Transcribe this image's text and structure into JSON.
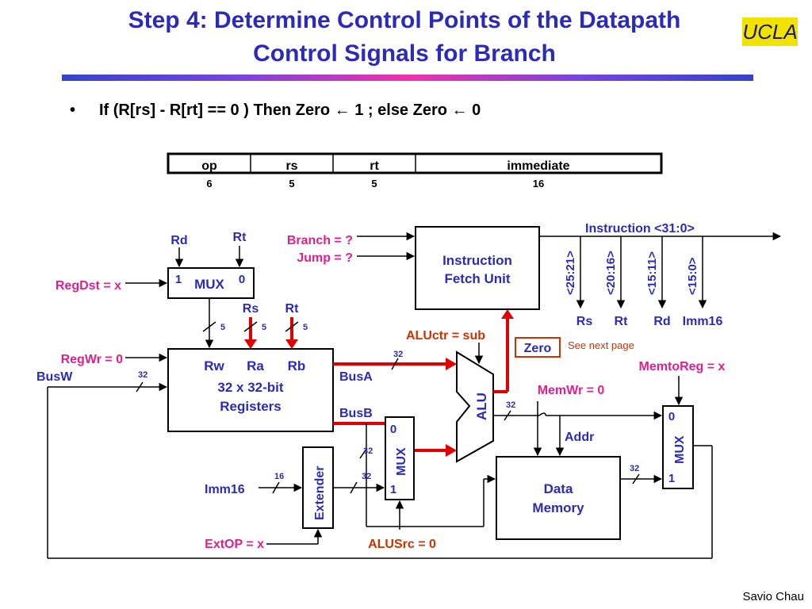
{
  "slide": {
    "title_line1": "Step 4: Determine Control Points of the Datapath",
    "title_line2": "Control Signals for Branch",
    "logo_text": "UCLA",
    "bullet_char": "•",
    "bullet_text": "If (R[rs] - R[rt] == 0 ) Then Zero ← 1 ; else Zero ← 0",
    "footer": "Savio Chau"
  },
  "format": {
    "fields": [
      "op",
      "rs",
      "rt",
      "immediate"
    ],
    "bits": [
      "6",
      "5",
      "5",
      "16"
    ]
  },
  "control": {
    "branch": "Branch = ?",
    "jump": "Jump = ?",
    "regdst": "RegDst = x",
    "regwr": "RegWr = 0",
    "aluctr": "ALUctr = sub",
    "memwr": "MemWr = 0",
    "memtoreg": "MemtoReg = x",
    "extop": "ExtOP = x",
    "alusrc": "ALUSrc = 0"
  },
  "datapath": {
    "instruction_bus": "Instruction <31:0>",
    "ifu_line1": "Instruction",
    "ifu_line2": "Fetch Unit",
    "tap_labels": [
      "<25:21>",
      "<20:16>",
      "<15:11>",
      "<15:0>"
    ],
    "tap_outputs": [
      "Rs",
      "Rt",
      "Rd",
      "Imm16"
    ],
    "rd": "Rd",
    "rt": "Rt",
    "rs": "Rs",
    "mux": "MUX",
    "one": "1",
    "zero_digit": "0",
    "five": "5",
    "thirty_two": "32",
    "sixteen": "16",
    "rw": "Rw",
    "ra": "Ra",
    "rb": "Rb",
    "reg_line1": "32 x 32-bit",
    "reg_line2": "Registers",
    "busa": "BusA",
    "busb": "BusB",
    "busw": "BusW",
    "alu": "ALU",
    "zero": "Zero",
    "see_next": "See next page",
    "addr": "Addr",
    "mem_line1": "Data",
    "mem_line2": "Memory",
    "extender": "Extender",
    "imm16": "Imm16"
  },
  "colors": {
    "title": "#2b2bb8",
    "control_signal": "#e0208f",
    "alu_signal": "#cc3300",
    "highlight_path": "#e00000",
    "wire": "#000000"
  }
}
